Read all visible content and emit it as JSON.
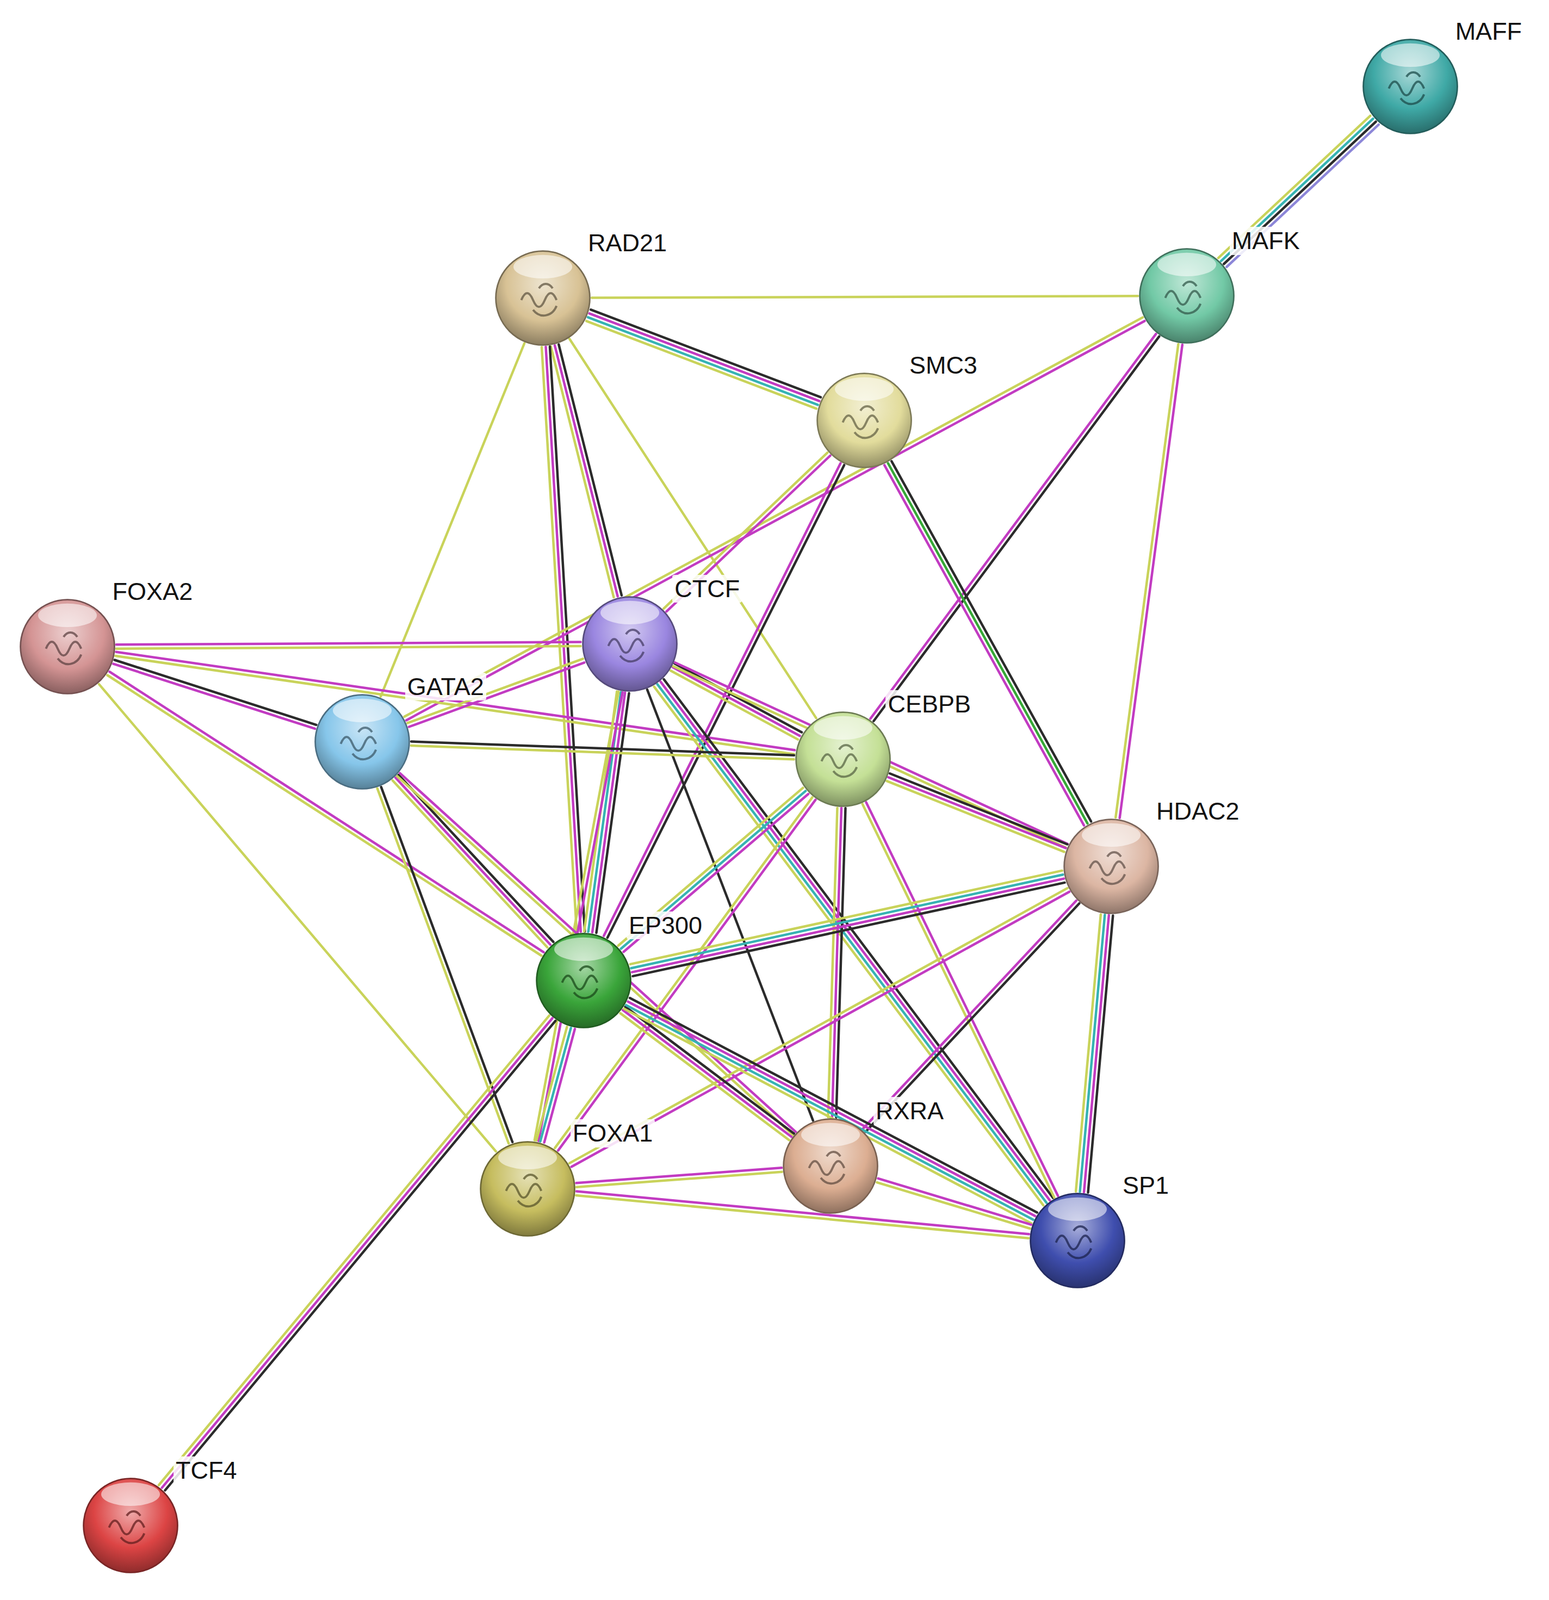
{
  "diagram": {
    "nodes": [
      {
        "text": [
          "MAFF"
        ]
      },
      {
        "text": [
          "RAD21"
        ]
      },
      {
        "text": [
          "MAFK"
        ]
      },
      {
        "text": [
          "SMC3"
        ]
      },
      {
        "text": [
          "FOXA2"
        ]
      },
      {
        "text": [
          "CTCF"
        ]
      },
      {
        "text": [
          "GATA2"
        ]
      },
      {
        "text": [
          "CEBPB"
        ]
      },
      {
        "text": [
          "HDAC2"
        ]
      },
      {
        "text": [
          "EP300"
        ]
      },
      {
        "text": [
          "RXRA"
        ]
      },
      {
        "text": [
          "FOXA1"
        ]
      },
      {
        "text": [
          "SP1"
        ]
      },
      {
        "text": [
          "TCF4"
        ]
      }
    ],
    "edges": [
      {
        "from": 0,
        "to": 2,
        "arrow": "none"
      },
      {
        "from": 1,
        "to": 2,
        "arrow": "none"
      },
      {
        "from": 1,
        "to": 3,
        "arrow": "none"
      },
      {
        "from": 1,
        "to": 5,
        "arrow": "none"
      },
      {
        "from": 1,
        "to": 9,
        "arrow": "none"
      },
      {
        "from": 1,
        "to": 6,
        "arrow": "none"
      },
      {
        "from": 1,
        "to": 7,
        "arrow": "none"
      },
      {
        "from": 2,
        "to": 6,
        "arrow": "none"
      },
      {
        "from": 2,
        "to": 7,
        "arrow": "none"
      },
      {
        "from": 2,
        "to": 8,
        "arrow": "none"
      },
      {
        "from": 3,
        "to": 9,
        "arrow": "none"
      },
      {
        "from": 3,
        "to": 8,
        "arrow": "none"
      },
      {
        "from": 3,
        "to": 5,
        "arrow": "none"
      },
      {
        "from": 4,
        "to": 5,
        "arrow": "none"
      },
      {
        "from": 4,
        "to": 6,
        "arrow": "none"
      },
      {
        "from": 4,
        "to": 7,
        "arrow": "none"
      },
      {
        "from": 4,
        "to": 9,
        "arrow": "none"
      },
      {
        "from": 4,
        "to": 11,
        "arrow": "none"
      },
      {
        "from": 5,
        "to": 6,
        "arrow": "none"
      },
      {
        "from": 5,
        "to": 7,
        "arrow": "none"
      },
      {
        "from": 5,
        "to": 8,
        "arrow": "none"
      },
      {
        "from": 5,
        "to": 9,
        "arrow": "none"
      },
      {
        "from": 5,
        "to": 10,
        "arrow": "none"
      },
      {
        "from": 5,
        "to": 12,
        "arrow": "none"
      },
      {
        "from": 5,
        "to": 11,
        "arrow": "none"
      },
      {
        "from": 6,
        "to": 7,
        "arrow": "none"
      },
      {
        "from": 6,
        "to": 9,
        "arrow": "none"
      },
      {
        "from": 6,
        "to": 11,
        "arrow": "none"
      },
      {
        "from": 6,
        "to": 10,
        "arrow": "none"
      },
      {
        "from": 7,
        "to": 8,
        "arrow": "none"
      },
      {
        "from": 7,
        "to": 9,
        "arrow": "none"
      },
      {
        "from": 7,
        "to": 10,
        "arrow": "none"
      },
      {
        "from": 7,
        "to": 12,
        "arrow": "none"
      },
      {
        "from": 7,
        "to": 11,
        "arrow": "none"
      },
      {
        "from": 8,
        "to": 9,
        "arrow": "none"
      },
      {
        "from": 8,
        "to": 10,
        "arrow": "none"
      },
      {
        "from": 8,
        "to": 12,
        "arrow": "none"
      },
      {
        "from": 8,
        "to": 11,
        "arrow": "none"
      },
      {
        "from": 9,
        "to": 11,
        "arrow": "none"
      },
      {
        "from": 9,
        "to": 10,
        "arrow": "none"
      },
      {
        "from": 9,
        "to": 12,
        "arrow": "none"
      },
      {
        "from": 9,
        "to": 13,
        "arrow": "none"
      },
      {
        "from": 11,
        "to": 10,
        "arrow": "none"
      },
      {
        "from": 11,
        "to": 12,
        "arrow": "none"
      },
      {
        "from": 10,
        "to": 12,
        "arrow": "none"
      }
    ]
  }
}
